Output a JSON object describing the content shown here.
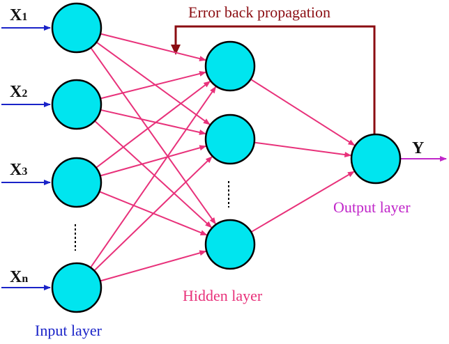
{
  "diagram": {
    "title": "Error back propagation",
    "inputs": [
      {
        "main": "X",
        "sub": "1"
      },
      {
        "main": "X",
        "sub": "2"
      },
      {
        "main": "X",
        "sub": "3"
      },
      {
        "main": "X",
        "sub": "n"
      }
    ],
    "output_label": "Y",
    "captions": {
      "input": "Input layer",
      "hidden": "Hidden layer",
      "output": "Output layer"
    },
    "colors": {
      "node_fill": "#00e5ef",
      "connections": "#e8317a",
      "input_arrows": "#1a23c8",
      "output_arrow": "#c026c9",
      "error_path": "#8b0d12"
    }
  }
}
